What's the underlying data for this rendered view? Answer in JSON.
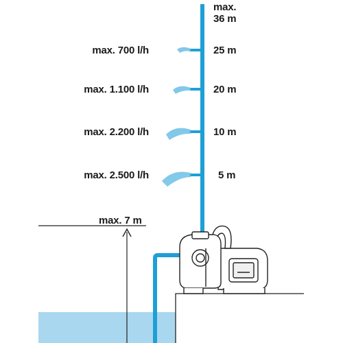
{
  "max_height": {
    "line1": "max.",
    "line2": "36 m"
  },
  "levels": [
    {
      "flow": "max. 700 l/h",
      "height": "25 m"
    },
    {
      "flow": "max. 1.100 l/h",
      "height": "20 m"
    },
    {
      "flow": "max. 2.200 l/h",
      "height": "10 m"
    },
    {
      "flow": "max. 2.500 l/h",
      "height": "5 m"
    }
  ],
  "suction": {
    "label": "max. 7 m"
  },
  "colors": {
    "pipe": "#1e9fd6",
    "water": "#a9d7ef",
    "spray": "#6dbfe6",
    "line": "#222222"
  }
}
